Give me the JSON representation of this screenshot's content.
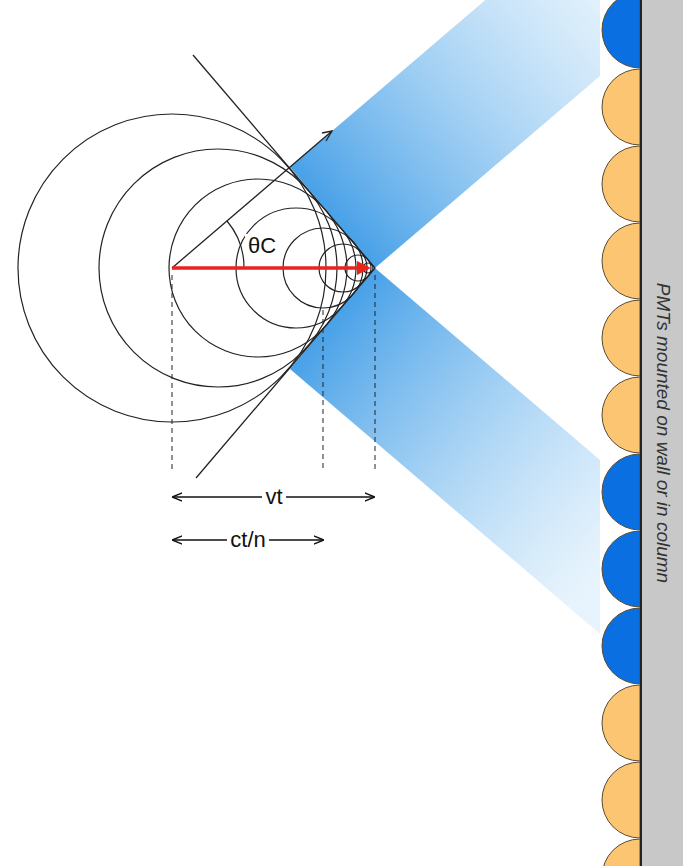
{
  "diagram": {
    "nodes": [
      {
        "text": [
          "PMTs mounted on wall or in column"
        ]
      }
    ],
    "labels": [
      "θC",
      "vt",
      "ct/n"
    ]
  }
}
